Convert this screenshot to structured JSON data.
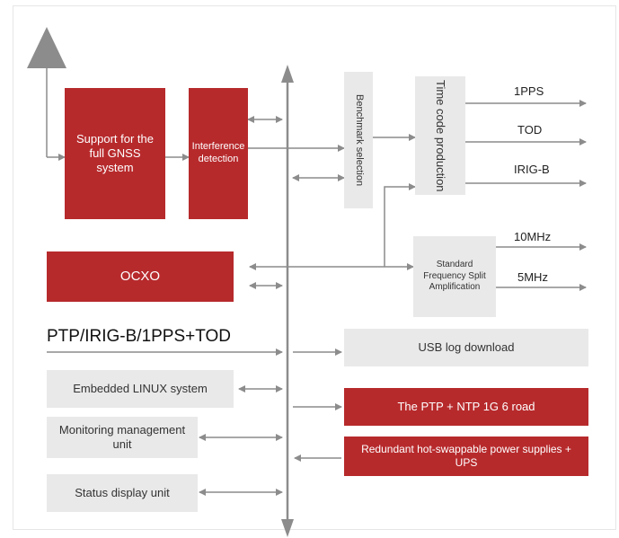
{
  "blocks": {
    "gnss": "Support for the full GNSS system",
    "interference": "Interference detection",
    "benchmark": "Benchmark selection",
    "timecode": "Time code production",
    "ocxo": "OCXO",
    "freq_split": "Standard Frequency Split Amplification",
    "ptp_input": "PTP/IRIG-B/1PPS+TOD",
    "usb": "USB log download",
    "linux": "Embedded LINUX system",
    "ptp_ntp": "The PTP + NTP 1G 6 road",
    "monitoring": "Monitoring management unit",
    "power": "Redundant hot-swappable power supplies + UPS",
    "status": "Status display unit"
  },
  "outputs": {
    "pps": "1PPS",
    "tod": "TOD",
    "irigb": "IRIG-B",
    "mhz10": "10MHz",
    "mhz5": "5MHz"
  },
  "colors": {
    "red": "#b72a2c",
    "gray_box": "#e9e9e9",
    "line": "#8c8c8c"
  }
}
